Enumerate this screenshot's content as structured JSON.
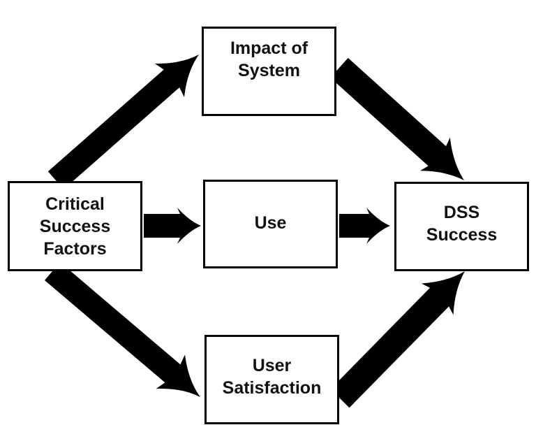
{
  "nodes": {
    "csf": {
      "label": "Critical\nSuccess\nFactors"
    },
    "impact": {
      "label": "Impact of\nSystem"
    },
    "use": {
      "label": "Use"
    },
    "dss": {
      "label": "DSS\nSuccess"
    },
    "satisfaction": {
      "label": "User\nSatisfaction"
    }
  },
  "edges": [
    {
      "from": "csf",
      "to": "impact"
    },
    {
      "from": "csf",
      "to": "use"
    },
    {
      "from": "csf",
      "to": "satisfaction"
    },
    {
      "from": "impact",
      "to": "dss"
    },
    {
      "from": "use",
      "to": "dss"
    },
    {
      "from": "satisfaction",
      "to": "dss"
    }
  ],
  "colors": {
    "stroke": "#000000",
    "background": "#ffffff"
  }
}
